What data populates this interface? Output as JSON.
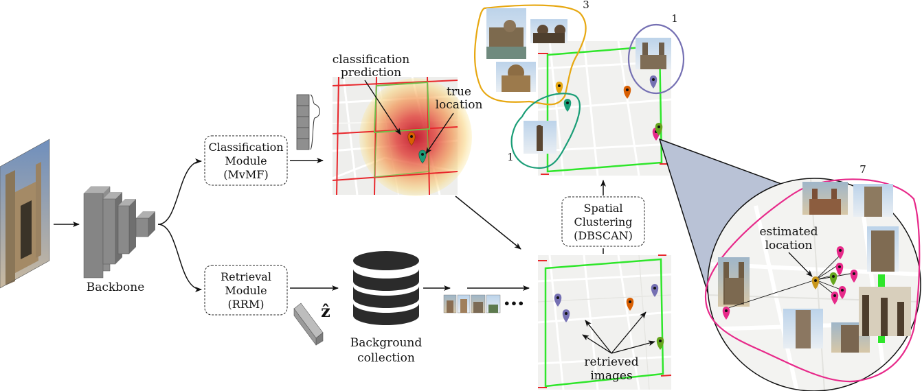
{
  "labels": {
    "backbone": "Backbone",
    "classification_module": [
      "Classification",
      "Module",
      "(MvMF)"
    ],
    "retrieval_module": [
      "Retrieval",
      "Module",
      "(RRM)"
    ],
    "classification_prediction": [
      "classification",
      "prediction"
    ],
    "true_location": [
      "true",
      "location"
    ],
    "z_hat": "ẑ",
    "background_collection": [
      "Background",
      "collection"
    ],
    "ellipsis": "•••",
    "spatial_clustering": [
      "Spatial",
      "Clustering",
      "(DBSCAN)"
    ],
    "retrieved_images": [
      "retrieved",
      "images"
    ],
    "estimated_location": [
      "estimated",
      "location"
    ]
  },
  "cluster_counts": {
    "gold": "3",
    "purple": "1",
    "teal": "1",
    "magenta": "7"
  },
  "colors": {
    "grid_red": "#e8262b",
    "cell_green": "#2ee62a",
    "gold": "#e7a812",
    "purple": "#7570b3",
    "teal": "#1b9e77",
    "orange": "#d95f02",
    "olive": "#66a61e",
    "magenta": "#e7298a",
    "zoom_fill": "#b9c2d6",
    "backbone_gray": "#8c8c8c"
  },
  "icons": {
    "database": "database-cylinder-icon",
    "pin": "map-pin-icon",
    "feature_vector": "feature-vector-icon"
  }
}
